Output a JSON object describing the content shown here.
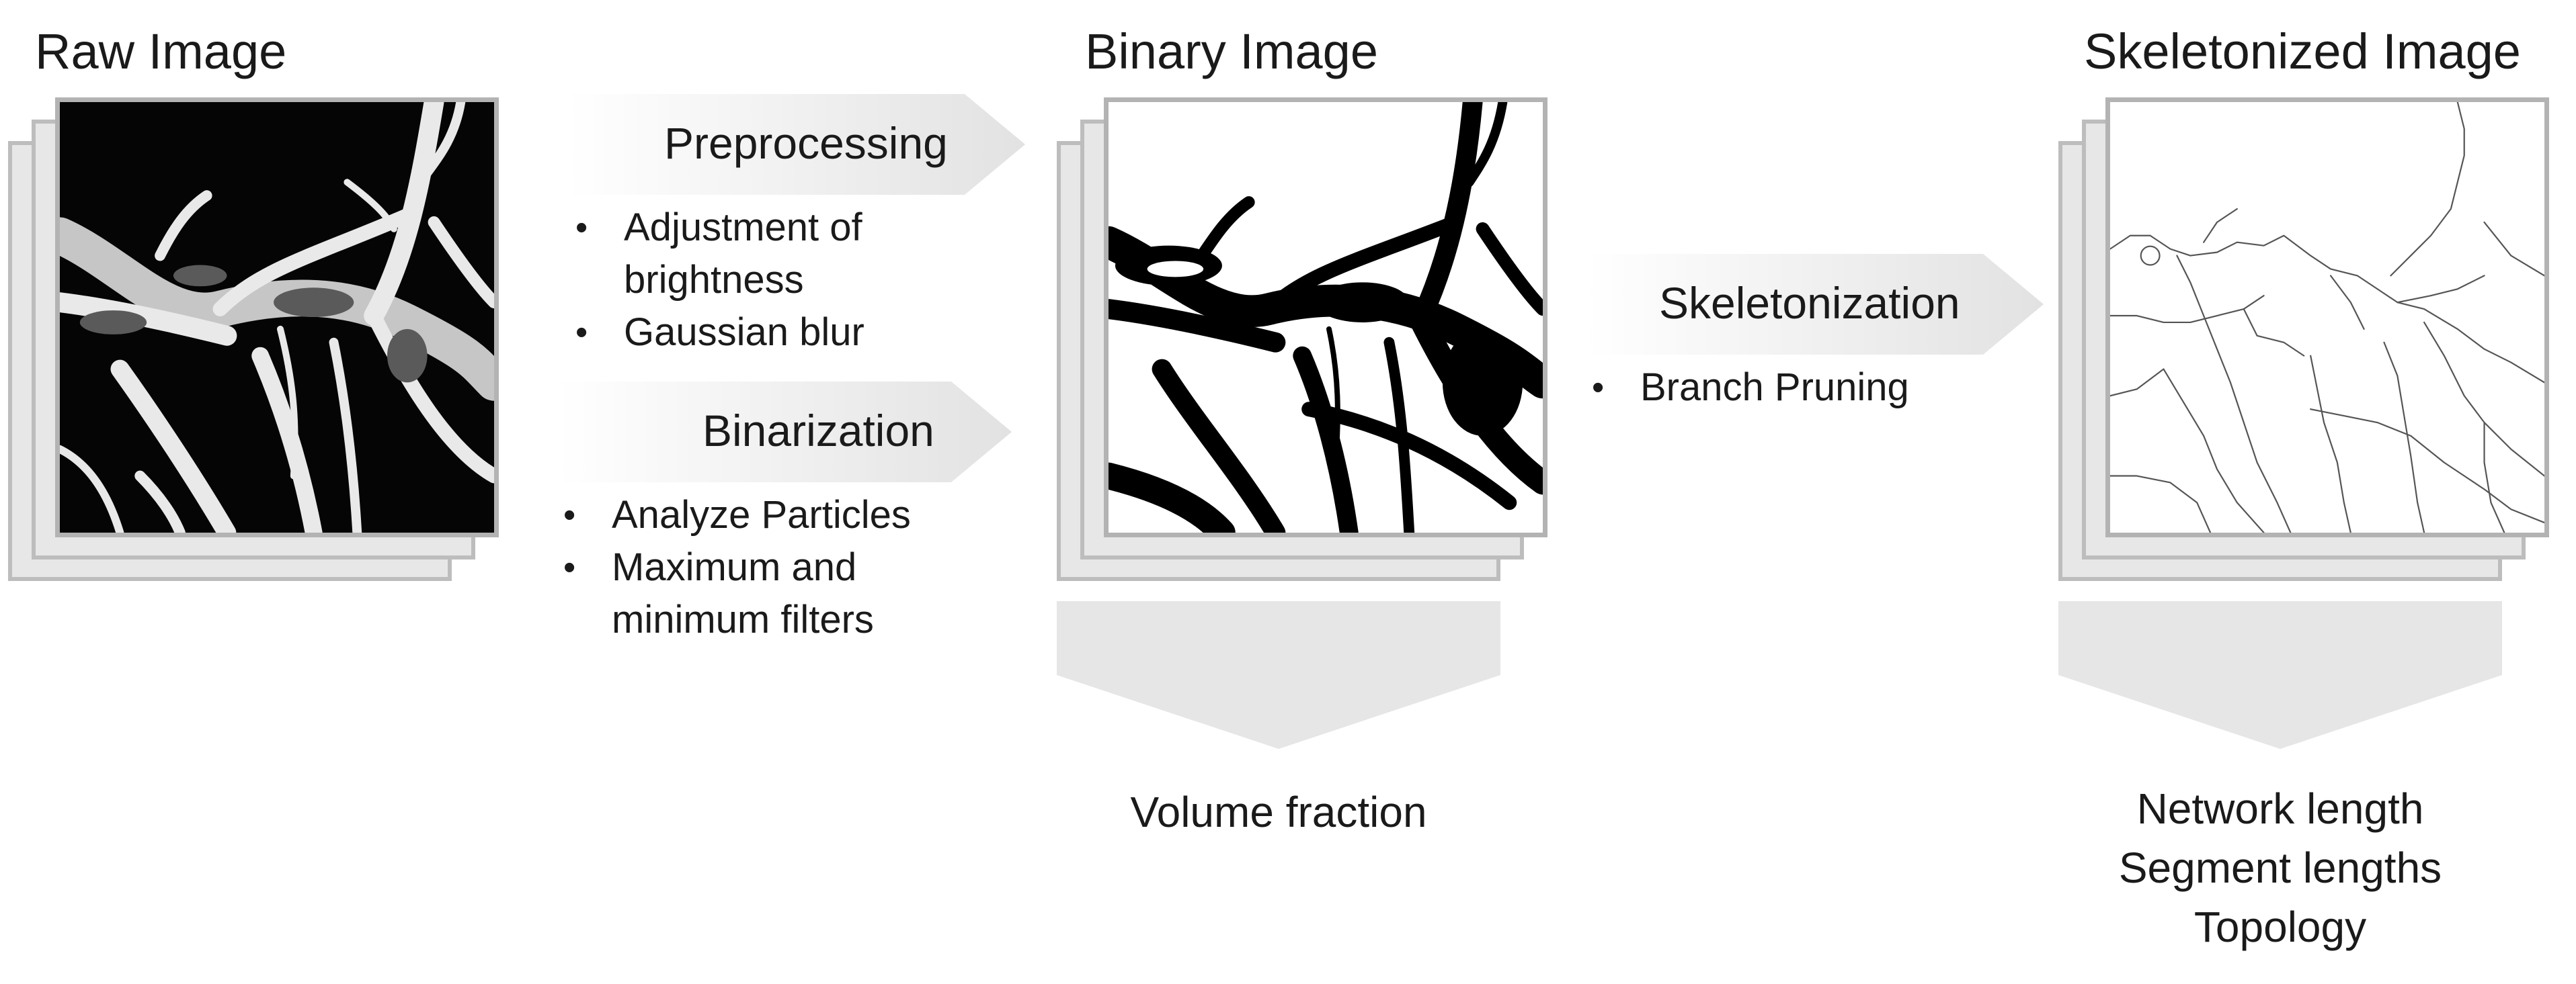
{
  "panels": {
    "raw": {
      "title": "Raw Image"
    },
    "binary": {
      "title": "Binary Image"
    },
    "skeleton": {
      "title": "Skeletonized Image"
    }
  },
  "steps": {
    "preprocessing": {
      "label": "Preprocessing",
      "bullets": [
        "Adjustment of brightness",
        "Gaussian blur"
      ]
    },
    "binarization": {
      "label": "Binarization",
      "bullets": [
        "Analyze Particles",
        "Maximum and minimum filters"
      ]
    },
    "skeletonization": {
      "label": "Skeletonization",
      "bullets": [
        "Branch Pruning"
      ]
    }
  },
  "outputs": {
    "binary": [
      "Volume fraction"
    ],
    "skeleton": [
      "Network length",
      "Segment lengths",
      "Topology"
    ]
  },
  "colors": {
    "arrow_gradient_start": "#ffffff",
    "arrow_gradient_end": "#e2e2e2",
    "stack_fill": "#e7e7e7",
    "frame_border": "#b3b3b3",
    "output_arrow": "#e6e6e6"
  }
}
